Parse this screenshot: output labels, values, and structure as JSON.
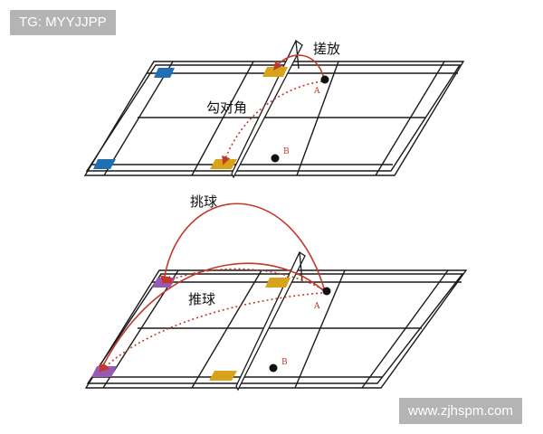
{
  "watermarks": {
    "top_left": "TG: MYYJJPP",
    "bottom_right": "www.zjhspm.com"
  },
  "top_court": {
    "labels": {
      "shot_1": "搓放",
      "shot_2": "勾对角"
    },
    "points": {
      "a": "A",
      "b": "B"
    }
  },
  "bottom_court": {
    "labels": {
      "shot_1": "挑球",
      "shot_2": "推球"
    },
    "points": {
      "a": "A",
      "b": "B"
    }
  },
  "colors": {
    "court_line": "#1a1a1a",
    "trajectory": "#c0392b",
    "target_gold": "#d9a21b",
    "target_blue": "#1f6fb2",
    "target_purple": "#9b59b6"
  }
}
